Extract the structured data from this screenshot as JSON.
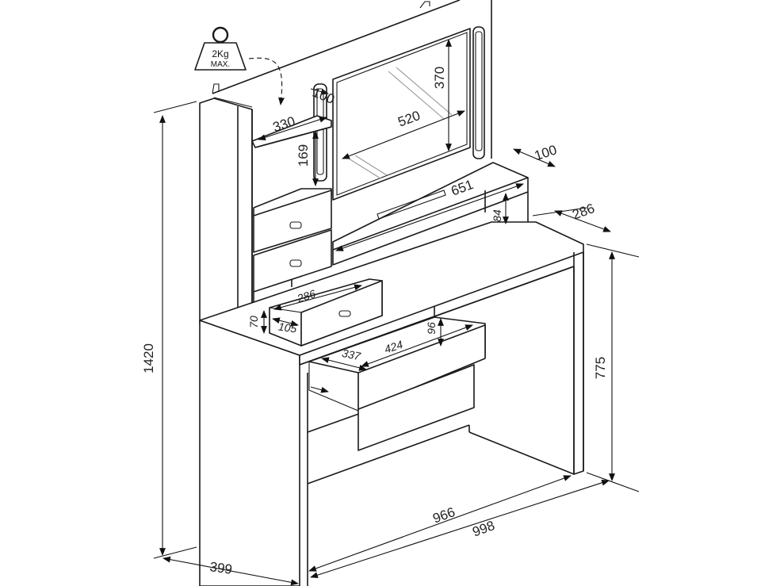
{
  "weight_label": {
    "weight": "2Kg",
    "max": "MAX."
  },
  "dimensions": {
    "total_height": "1420",
    "desk_height": "775",
    "total_width": "998",
    "inner_width": "966",
    "depth": "399",
    "desk_top_depth": "286",
    "hutch_depth": "100",
    "shelf_width": "651",
    "shelf_height": "84",
    "mirror_width": "520",
    "mirror_height": "370",
    "side_shelf_width": "330",
    "side_shelf_depth": "100",
    "side_shelf_gap": "169",
    "drawer_small_width": "286",
    "drawer_small_depth": "105",
    "drawer_small_height": "70",
    "drawer_big_width": "424",
    "drawer_big_depth": "337",
    "drawer_big_height": "96"
  }
}
